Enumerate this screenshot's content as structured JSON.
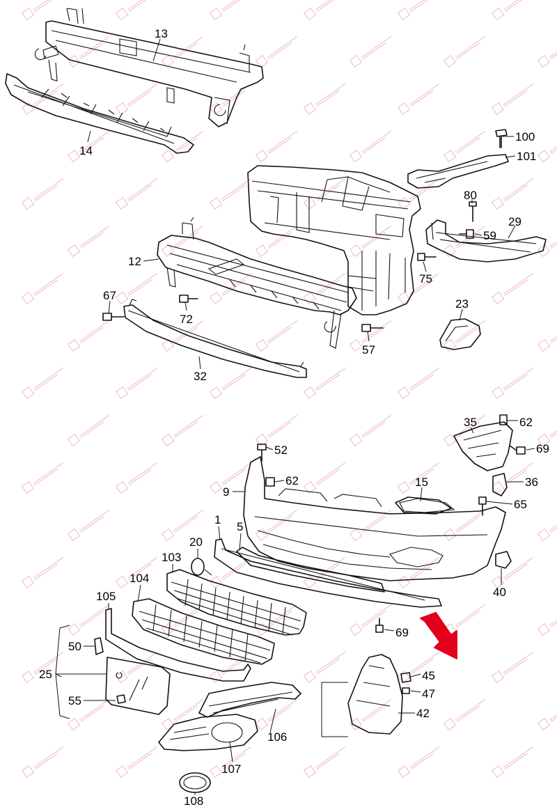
{
  "diagram": {
    "labels": [
      {
        "id": "13",
        "text": "13"
      },
      {
        "id": "14",
        "text": "14"
      },
      {
        "id": "100",
        "text": "100"
      },
      {
        "id": "101",
        "text": "101"
      },
      {
        "id": "80",
        "text": "80"
      },
      {
        "id": "59",
        "text": "59"
      },
      {
        "id": "29",
        "text": "29"
      },
      {
        "id": "12",
        "text": "12"
      },
      {
        "id": "75",
        "text": "75"
      },
      {
        "id": "67",
        "text": "67"
      },
      {
        "id": "72",
        "text": "72"
      },
      {
        "id": "23",
        "text": "23"
      },
      {
        "id": "57",
        "text": "57"
      },
      {
        "id": "32",
        "text": "32"
      },
      {
        "id": "35",
        "text": "35"
      },
      {
        "id": "62a",
        "text": "62"
      },
      {
        "id": "69a",
        "text": "69"
      },
      {
        "id": "52",
        "text": "52"
      },
      {
        "id": "62b",
        "text": "62"
      },
      {
        "id": "9",
        "text": "9"
      },
      {
        "id": "15",
        "text": "15"
      },
      {
        "id": "36",
        "text": "36"
      },
      {
        "id": "65",
        "text": "65"
      },
      {
        "id": "1",
        "text": "1"
      },
      {
        "id": "5",
        "text": "5"
      },
      {
        "id": "20",
        "text": "20"
      },
      {
        "id": "103",
        "text": "103"
      },
      {
        "id": "40",
        "text": "40"
      },
      {
        "id": "104",
        "text": "104"
      },
      {
        "id": "105",
        "text": "105"
      },
      {
        "id": "69b",
        "text": "69"
      },
      {
        "id": "50",
        "text": "50"
      },
      {
        "id": "25",
        "text": "25"
      },
      {
        "id": "45",
        "text": "45"
      },
      {
        "id": "47",
        "text": "47"
      },
      {
        "id": "55",
        "text": "55"
      },
      {
        "id": "42",
        "text": "42"
      },
      {
        "id": "106",
        "text": "106"
      },
      {
        "id": "107",
        "text": "107"
      },
      {
        "id": "108",
        "text": "108"
      }
    ],
    "highlight_color": "#e0001b",
    "watermark_color": "#e8a0a8"
  }
}
